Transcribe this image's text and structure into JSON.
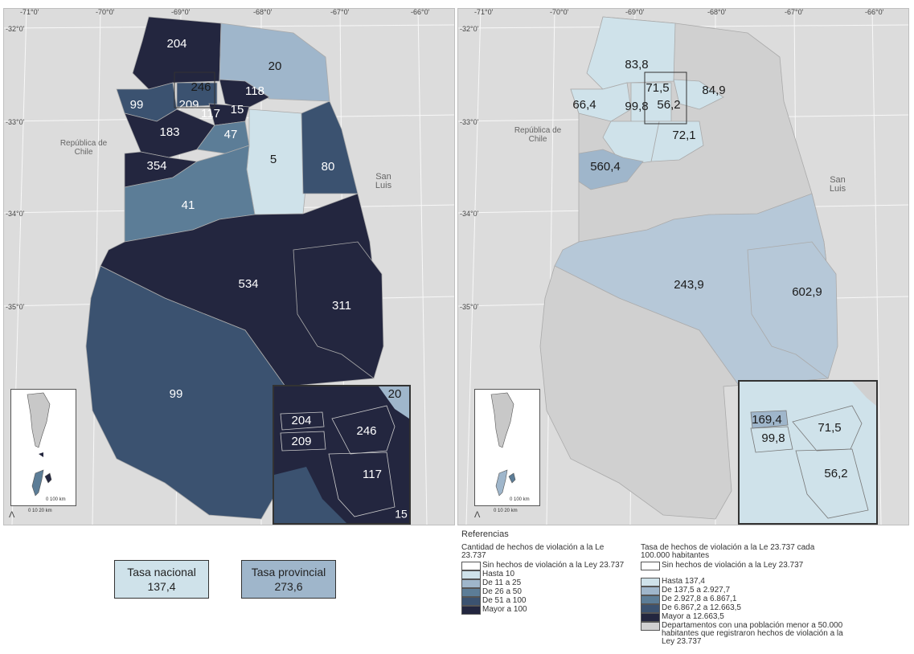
{
  "left_map": {
    "country_label": "República de Chile",
    "province_label": "San Luis",
    "lon_ticks": [
      "-71°0'",
      "-70°0'",
      "-69°0'",
      "-68°0'",
      "-67°0'",
      "-66°0'"
    ],
    "lat_ticks": [
      "-32°0'",
      "-33°0'",
      "-34°0'",
      "-35°0'"
    ],
    "dept_values": [
      "204",
      "20",
      "246",
      "118",
      "99",
      "209",
      "117",
      "15",
      "183",
      "47",
      "354",
      "5",
      "80",
      "41",
      "534",
      "311",
      "99"
    ],
    "inset_values": [
      "20",
      "204",
      "246",
      "209",
      "117",
      "15"
    ],
    "scale_label": "0 10 20 km",
    "arg_scale": "0 100 km"
  },
  "right_map": {
    "country_label": "República de Chile",
    "province_label": "San Luis",
    "lon_ticks": [
      "-71°0'",
      "-70°0'",
      "-69°0'",
      "-68°0'",
      "-67°0'",
      "-66°0'"
    ],
    "lat_ticks": [
      "-32°0'",
      "-33°0'",
      "-34°0'",
      "-35°0'"
    ],
    "dept_values": [
      "83,8",
      "71,5",
      "84,9",
      "66,4",
      "99,8",
      "56,2",
      "72,1",
      "560,4",
      "243,9",
      "602,9"
    ],
    "inset_values": [
      "169,4",
      "71,5",
      "99,8",
      "56,2"
    ],
    "scale_label": "0 10 20 km",
    "arg_scale": "0 100 km"
  },
  "rates": {
    "national_label": "Tasa nacional",
    "national_value": "137,4",
    "provincial_label": "Tasa provincial",
    "provincial_value": "273,6"
  },
  "legend": {
    "title": "Referencias",
    "count_title": "Cantidad de hechos de violación a la Le 23.737",
    "count_items": [
      "Sin hechos de violación a la Ley 23.737",
      "Hasta 10",
      "De 11 a 25",
      "De 26 a 50",
      "De 51 a 100",
      "Mayor a 100"
    ],
    "count_colors": [
      "#ffffff",
      "#cfe2ea",
      "#9fb6cb",
      "#5c7d97",
      "#3b5270",
      "#23263f"
    ],
    "rate_title": "Tasa de hechos de violación a la Le 23.737 cada 100.000 habitantes",
    "rate_items": [
      "Sin hechos de violación a la Ley 23.737",
      "Hasta 137,4",
      "De 137,5 a 2.927,7",
      "De 2.927,8 a 6.867,1",
      "De 6.867,2 a 12.663,5",
      "Mayor a 12.663,5",
      "Departamentos con una población menor a 50.000 habitantes que registraron hechos de violación a la Ley 23.737"
    ],
    "rate_colors": [
      "#ffffff",
      "#cfe2ea",
      "#9fb6cb",
      "#5c7d97",
      "#3b5270",
      "#23263f",
      "#d0d0d0"
    ]
  }
}
